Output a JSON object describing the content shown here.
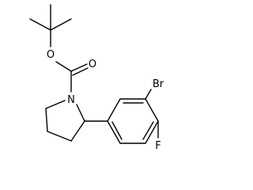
{
  "colors": {
    "background": "#ffffff",
    "ink": "#000000"
  },
  "atoms": {
    "o_ether": "O",
    "o_carbonyl": "O",
    "n_ring": "N",
    "br_sub": "Br",
    "f_sub": "F"
  }
}
